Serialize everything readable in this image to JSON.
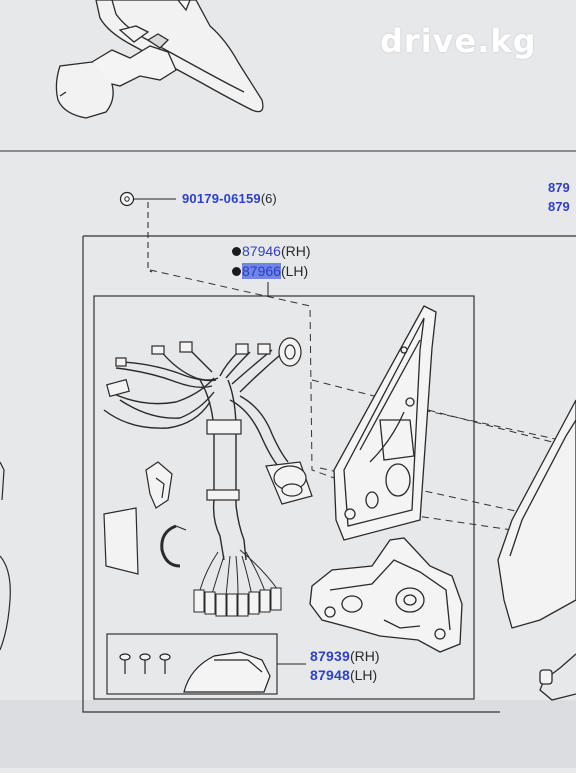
{
  "watermark": "drive.kg",
  "screw_callout": {
    "part_number": "90179-06159",
    "quantity": "(6)"
  },
  "mirror_assembly_callout": {
    "rh": {
      "part_number": "87946",
      "side": "(RH)"
    },
    "lh": {
      "part_number": "87966",
      "side": "(LH)"
    }
  },
  "cover_callout": {
    "rh": {
      "part_number": "87939",
      "side": "(RH)"
    },
    "lh": {
      "part_number": "87948",
      "side": "(LH)"
    }
  },
  "edge_numbers": {
    "top": "879",
    "bottom": "879"
  }
}
